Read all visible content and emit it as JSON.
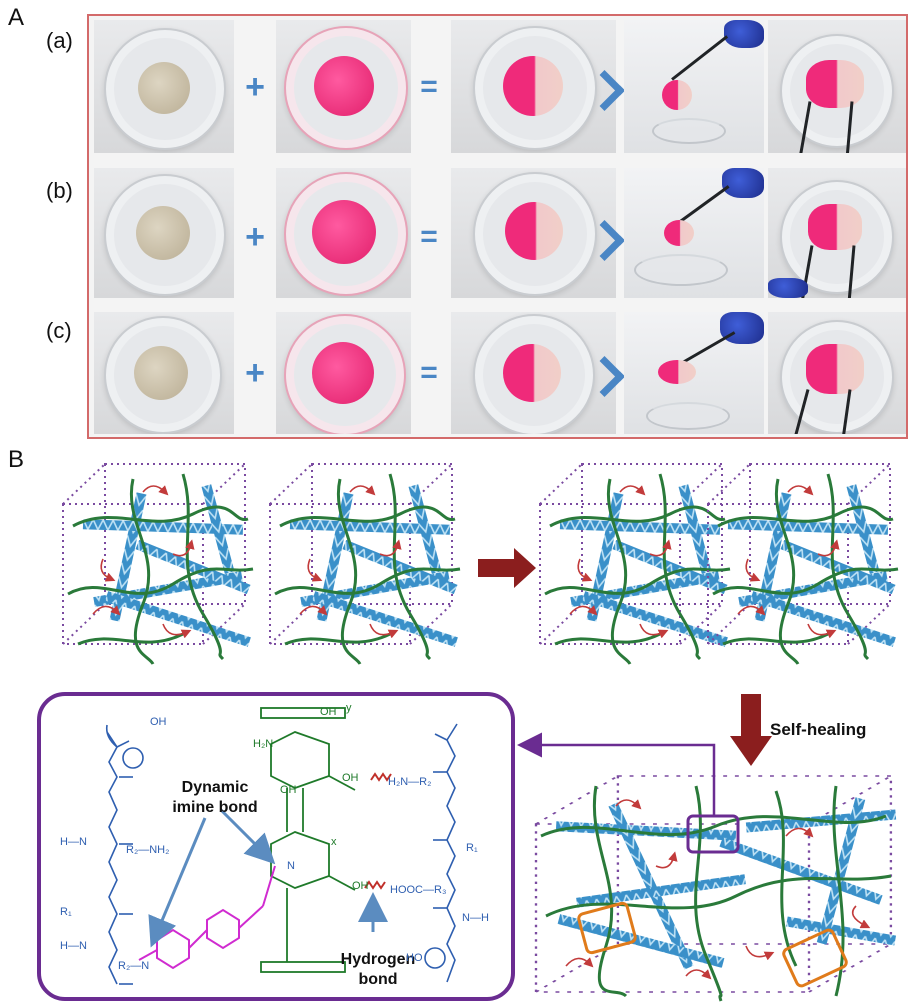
{
  "panel_a": {
    "letter": "A",
    "rows": [
      {
        "label": "(a)"
      },
      {
        "label": "(b)"
      },
      {
        "label": "(c)"
      }
    ],
    "operators": {
      "plus": "+",
      "equals": "="
    }
  },
  "panel_b": {
    "letter": "B",
    "self_healing_label": "Self-healing",
    "dynamic_imine_label": "Dynamic\nimine bond",
    "hydrogen_bond_label": "Hydrogen\nbond",
    "chem": {
      "h2n_left": "H₂N",
      "oh_top": "OH",
      "oh_ring1": "OH",
      "oh_ring2": "OH",
      "n_imine": "N",
      "oh_hbond": "OH",
      "nh2_left": "R₂—NH₂",
      "h_n_1": "H—N",
      "r1_left": "R₁",
      "h_n_2": "H—N",
      "r2_n": "R₂—N",
      "nh2_right": "H₂N—R₂",
      "hooc": "HOOC—R₃",
      "n_h_right": "N—H",
      "r1_right": "R₁",
      "o_label": "O",
      "ho_label": "HO",
      "oh_label": "OH",
      "x_label": "x",
      "y_label": "y"
    },
    "colors": {
      "peptide_blue": "#2f5fb0",
      "chitosan_green": "#1f7a2a",
      "linker_magenta": "#d02bd0",
      "hbond_red": "#c0302a",
      "fiber_blue": "#3a90c9",
      "chain_green": "#2a7a3a",
      "crosslink_red": "#c23b3b",
      "box_purple": "#7a4aa0",
      "arrow_darkred": "#8b1e1e",
      "highlight_orange": "#e07b1b"
    }
  }
}
